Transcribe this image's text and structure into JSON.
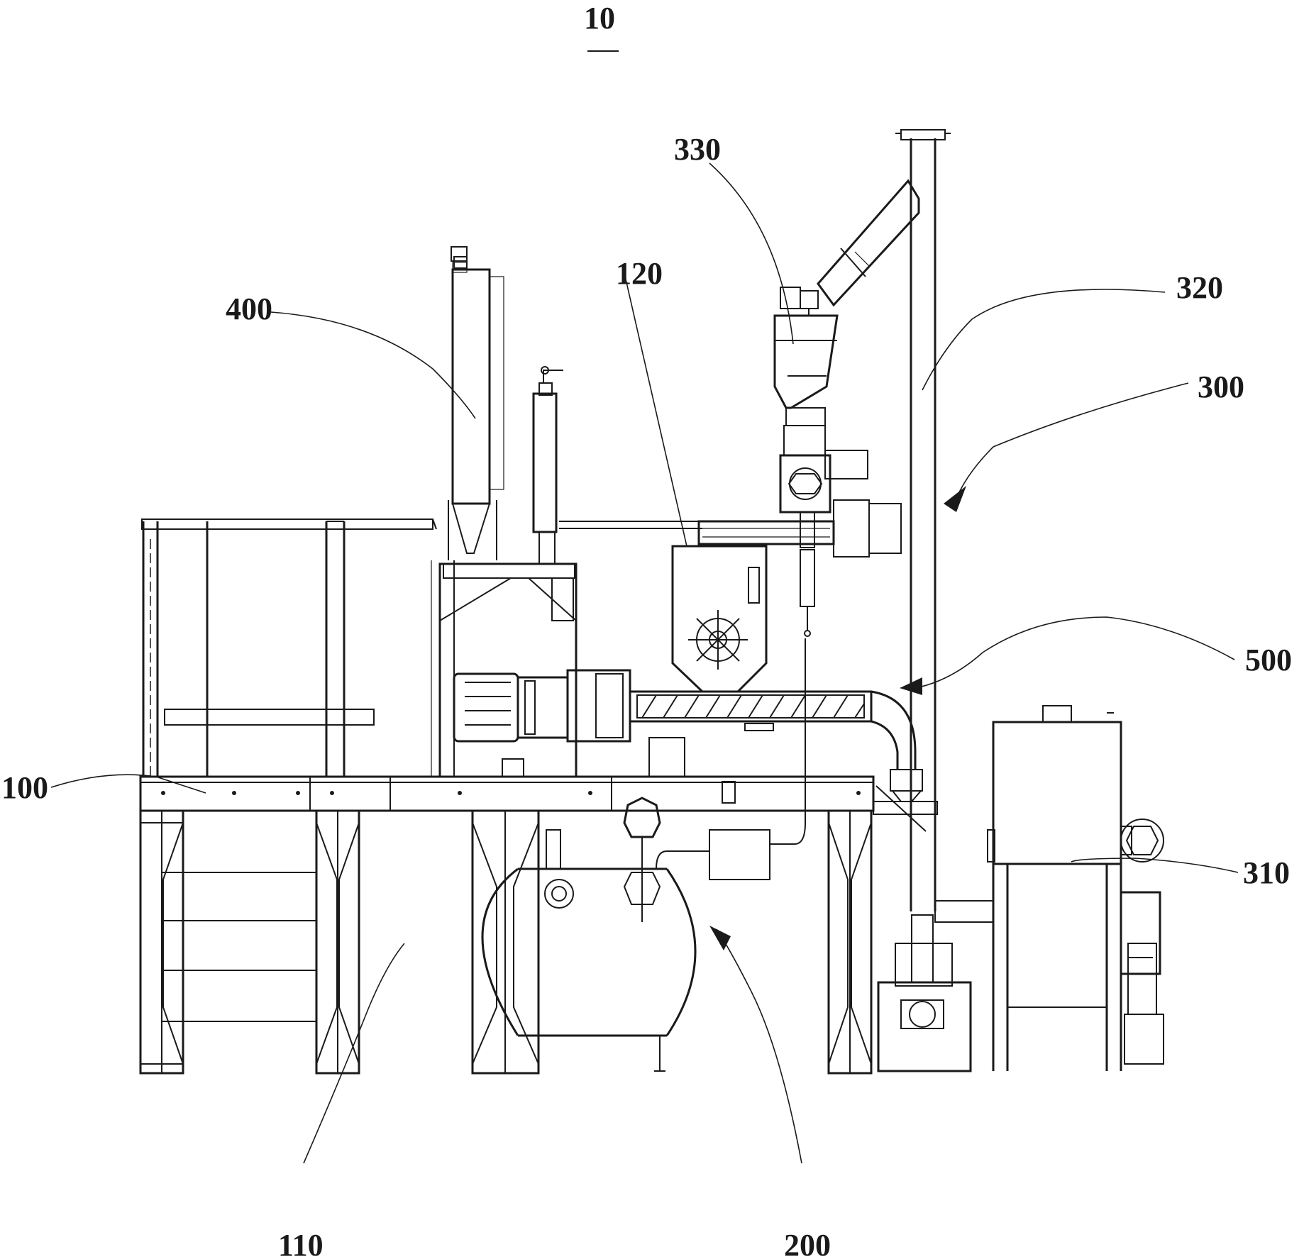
{
  "figure": {
    "number": "10",
    "labels": {
      "l100": "100",
      "l110": "110",
      "l120": "120",
      "l200": "200",
      "l300": "300",
      "l310": "310",
      "l320": "320",
      "l330": "330",
      "l400": "400",
      "l500": "500"
    }
  }
}
